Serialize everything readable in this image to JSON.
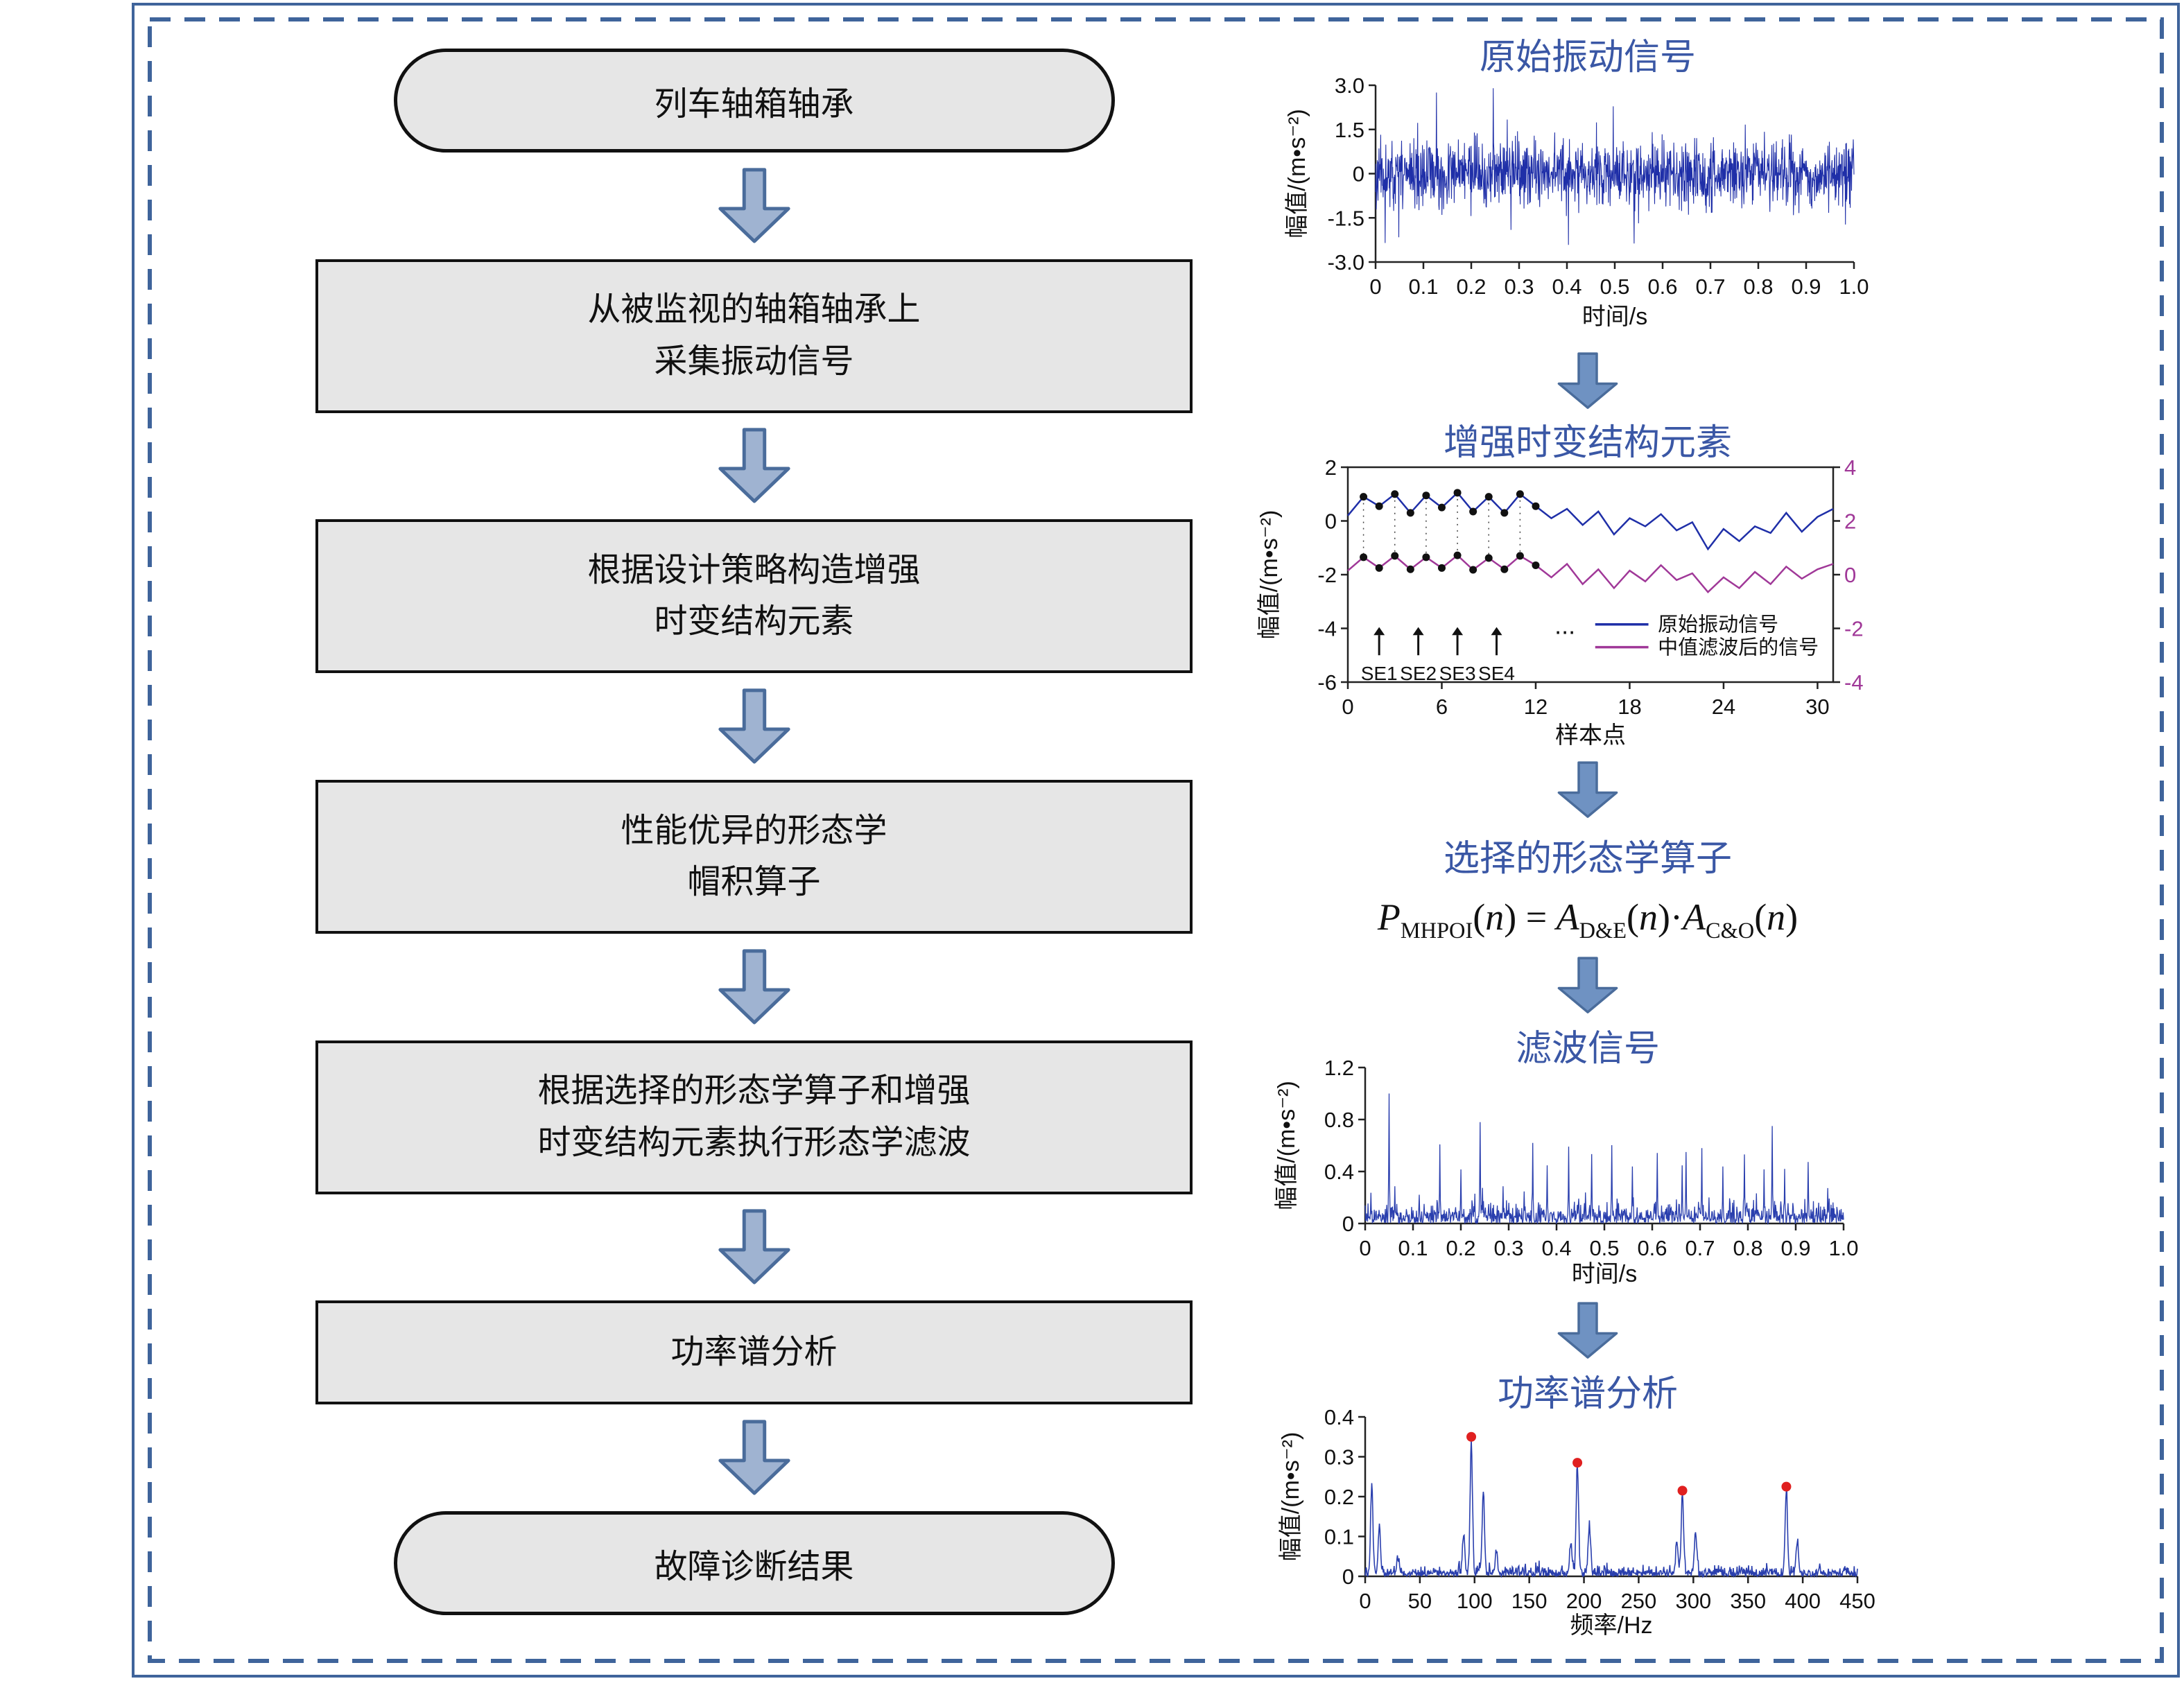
{
  "colors": {
    "frame_blue": "#3f649b",
    "title_blue": "#3a57a5",
    "box_fill": "#e6e6e6",
    "flow_arrow_fill": "#9fb3d1",
    "right_arrow_fill": "#6f92c2",
    "signal_blue": "#1f2fa8",
    "filtered_magenta": "#a03898",
    "marker_red": "#e02020"
  },
  "flowchart": {
    "nodes": [
      {
        "id": "start",
        "shape": "pill",
        "label": "列车轴箱轴承"
      },
      {
        "id": "step1",
        "shape": "rect",
        "lines": [
          "从被监视的轴箱轴承上",
          "采集振动信号"
        ]
      },
      {
        "id": "step2",
        "shape": "rect",
        "lines": [
          "根据设计策略构造增强",
          "时变结构元素"
        ]
      },
      {
        "id": "step3",
        "shape": "rect",
        "lines": [
          "性能优异的形态学",
          "帽积算子"
        ]
      },
      {
        "id": "step4",
        "shape": "rect",
        "lines": [
          "根据选择的形态学算子和增强",
          "时变结构元素执行形态学滤波"
        ]
      },
      {
        "id": "step5",
        "shape": "rect",
        "label": "功率谱分析"
      },
      {
        "id": "end",
        "shape": "pill",
        "label": "故障诊断结果"
      }
    ]
  },
  "right_column": {
    "operator_title": "选择的形态学算子"
  },
  "formula": {
    "p": "P",
    "p_sub": "MHPOI",
    "paren1": "(",
    "n1": "n",
    "paren2": ") = ",
    "a1": "A",
    "a1_sub": "D&E",
    "paren3": "(",
    "n2": "n",
    "paren4": ")·",
    "a2": "A",
    "a2_sub": "C&O",
    "paren5": "(",
    "n3": "n",
    "paren6": ")"
  },
  "chart_data": [
    {
      "id": "raw_signal",
      "type": "line",
      "title": "原始振动信号",
      "xlabel": "时间/s",
      "ylabel": "幅值/(m•s⁻²)",
      "xlim": [
        0,
        1.0
      ],
      "ylim": [
        -3.0,
        3.0
      ],
      "xticks": [
        0,
        0.1,
        0.2,
        0.3,
        0.4,
        0.5,
        0.6,
        0.7,
        0.8,
        0.9,
        1.0
      ],
      "xtick_labels": [
        "0",
        "0.1",
        "0.2",
        "0.3",
        "0.4",
        "0.5",
        "0.6",
        "0.7",
        "0.8",
        "0.9",
        "1.0"
      ],
      "yticks": [
        3.0,
        1.5,
        0,
        -1.5,
        -3.0
      ],
      "ytick_labels": [
        "3.0",
        "1.5",
        "0",
        "-1.5",
        "-3.0"
      ],
      "grid": false,
      "line_color": "#1f2fa8",
      "generator": {
        "kind": "noise",
        "n": 1400,
        "sigma": 0.55,
        "spike_prob": 0.012,
        "spike_scale": 2.8,
        "clip": 2.9,
        "seed": 11
      }
    },
    {
      "id": "structure_elements",
      "type": "line",
      "title": "增强时变结构元素",
      "xlabel": "样本点",
      "ylabel": "幅值/(m•s⁻²)",
      "xlim": [
        0,
        31
      ],
      "ylim_left": [
        -6,
        2
      ],
      "ylim_right": [
        -4,
        4
      ],
      "xticks": [
        0,
        6,
        12,
        18,
        24,
        30
      ],
      "yticks_left": [
        2,
        0,
        -2,
        -4,
        -6
      ],
      "yticks_right": [
        4,
        2,
        0,
        -2,
        -4
      ],
      "grid": false,
      "legend_position": "inside-bottom-right",
      "series": [
        {
          "name": "原始振动信号",
          "axis": "left",
          "color": "#1f2fa8",
          "values": [
            0.2,
            0.9,
            0.55,
            1.0,
            0.3,
            0.95,
            0.5,
            1.05,
            0.35,
            0.9,
            0.3,
            1.0,
            0.55,
            0.1,
            0.45,
            -0.15,
            0.35,
            -0.5,
            0.1,
            -0.2,
            0.25,
            -0.35,
            -0.05,
            -1.05,
            -0.3,
            -0.75,
            -0.2,
            -0.45,
            0.3,
            -0.4,
            0.15,
            0.45
          ]
        },
        {
          "name": "中值滤波后的信号",
          "axis": "right",
          "color": "#a03898",
          "values": [
            0.15,
            0.65,
            0.25,
            0.7,
            0.2,
            0.65,
            0.25,
            0.72,
            0.18,
            0.62,
            0.2,
            0.7,
            0.35,
            -0.1,
            0.4,
            -0.35,
            0.2,
            -0.5,
            0.15,
            -0.25,
            0.35,
            -0.2,
            0.05,
            -0.65,
            -0.1,
            -0.5,
            0.1,
            -0.35,
            0.3,
            -0.15,
            0.2,
            0.4
          ]
        }
      ],
      "dot_x": [
        1,
        2,
        3,
        4,
        5,
        6,
        7,
        8,
        9,
        10,
        11,
        12
      ],
      "connector_x": [
        1,
        3,
        5,
        7,
        9,
        11
      ],
      "annotations": {
        "labels": [
          "SE1",
          "SE2",
          "SE3",
          "SE4"
        ],
        "x": [
          2,
          4.5,
          7,
          9.5
        ],
        "ellipsis": "..."
      }
    },
    {
      "id": "filtered_signal",
      "type": "line",
      "title": "滤波信号",
      "xlabel": "时间/s",
      "ylabel": "幅值/(m•s⁻²)",
      "xlim": [
        0,
        1.0
      ],
      "ylim": [
        0,
        1.2
      ],
      "xticks": [
        0,
        0.1,
        0.2,
        0.3,
        0.4,
        0.5,
        0.6,
        0.7,
        0.8,
        0.9,
        1.0
      ],
      "xtick_labels": [
        "0",
        "0.1",
        "0.2",
        "0.3",
        "0.4",
        "0.5",
        "0.6",
        "0.7",
        "0.8",
        "0.9",
        "1.0"
      ],
      "yticks": [
        0,
        0.4,
        0.8,
        1.2
      ],
      "ytick_labels": [
        "0",
        "0.4",
        "0.8",
        "1.2"
      ],
      "grid": false,
      "line_color": "#2a3fae",
      "generator": {
        "kind": "impulses",
        "n": 1000,
        "base": 0.07,
        "period": 46,
        "jitter": 7,
        "hmin": 0.22,
        "hmax": 0.62,
        "seed": 23,
        "big": [
          {
            "t": 0.05,
            "h": 1.0
          },
          {
            "t": 0.24,
            "h": 0.78
          },
          {
            "t": 0.35,
            "h": 0.62
          },
          {
            "t": 0.67,
            "h": 0.55
          },
          {
            "t": 0.85,
            "h": 0.75
          }
        ]
      }
    },
    {
      "id": "power_spectrum",
      "type": "line",
      "title": "功率谱分析",
      "xlabel": "频率/Hz",
      "ylabel": "幅值/(m•s⁻²)",
      "xlim": [
        0,
        450
      ],
      "ylim": [
        0,
        0.4
      ],
      "xticks": [
        0,
        50,
        100,
        150,
        200,
        250,
        300,
        350,
        400,
        450
      ],
      "yticks": [
        0,
        0.1,
        0.2,
        0.3,
        0.4
      ],
      "ytick_labels": [
        "0",
        "0.1",
        "0.2",
        "0.3",
        "0.4"
      ],
      "grid": false,
      "line_color": "#2a3fae",
      "peaks": [
        {
          "f": 6,
          "a": 0.22
        },
        {
          "f": 13,
          "a": 0.12
        },
        {
          "f": 30,
          "a": 0.04
        },
        {
          "f": 90,
          "a": 0.1
        },
        {
          "f": 97,
          "a": 0.335
        },
        {
          "f": 108,
          "a": 0.2
        },
        {
          "f": 120,
          "a": 0.05
        },
        {
          "f": 188,
          "a": 0.08
        },
        {
          "f": 194,
          "a": 0.27
        },
        {
          "f": 205,
          "a": 0.12
        },
        {
          "f": 285,
          "a": 0.08
        },
        {
          "f": 290,
          "a": 0.2
        },
        {
          "f": 302,
          "a": 0.1
        },
        {
          "f": 385,
          "a": 0.21
        },
        {
          "f": 395,
          "a": 0.08
        }
      ],
      "markers": {
        "color": "#e02020",
        "points": [
          {
            "f": 97,
            "a": 0.335
          },
          {
            "f": 194,
            "a": 0.27
          },
          {
            "f": 290,
            "a": 0.2
          },
          {
            "f": 385,
            "a": 0.21
          }
        ]
      },
      "noise": {
        "seed": 5,
        "level": 0.012,
        "df": 0.5
      }
    }
  ]
}
